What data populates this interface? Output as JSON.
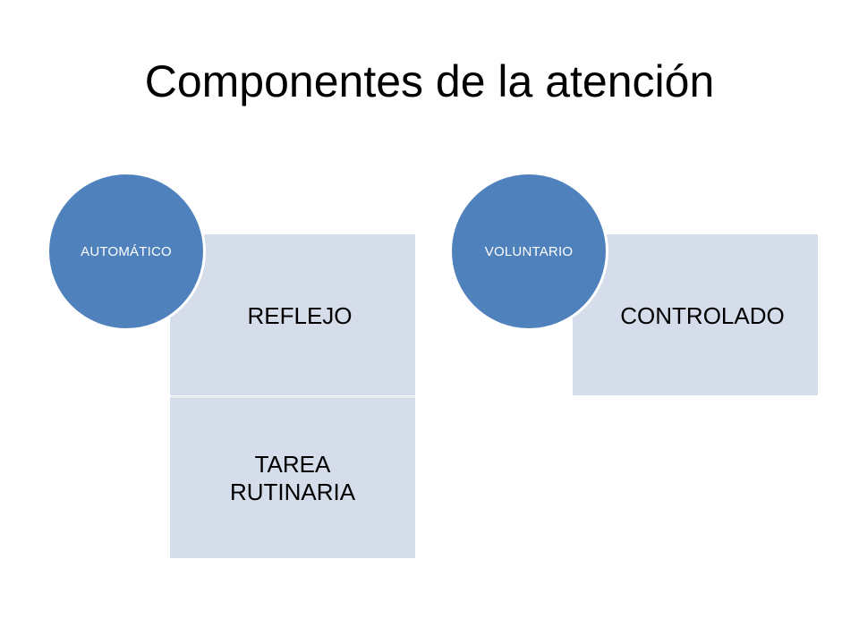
{
  "slide": {
    "title": "Componentes de la atención"
  },
  "diagram": {
    "groups": [
      {
        "circle_label": "AUTOMÁTICO",
        "items": [
          "REFLEJO",
          "TAREA RUTINARIA"
        ]
      },
      {
        "circle_label": "VOLUNTARIO",
        "items": [
          "CONTROLADO"
        ]
      }
    ],
    "colors": {
      "circle": "#4f81bd",
      "box": "#d5dcea",
      "circle_text": "#ffffff",
      "box_text": "#000000"
    }
  }
}
